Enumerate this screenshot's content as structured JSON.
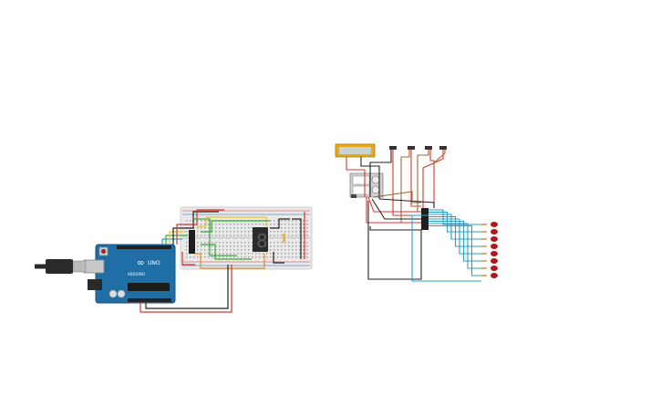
{
  "arduino": {
    "logo": "∞",
    "model": "UNO",
    "brand": "ARDUINO"
  },
  "seven_segment": {
    "digit": "8"
  },
  "colors": {
    "board": "#1f6fa6",
    "board_dark": "#15507a",
    "breadboard": "#e9e9e9",
    "wire_red": "#d9372b",
    "wire_black": "#222222",
    "wire_green": "#3aa83a",
    "wire_yellow": "#e3c62a",
    "wire_orange": "#e58a26",
    "wire_blue": "#2aa0c8",
    "wire_brown": "#9a6a3a",
    "lcd_frame": "#e3a81c",
    "lcd_screen": "#c9d3cf",
    "led_red": "#b3151a"
  },
  "icons": {
    "usb_cable": "usb-cable-icon",
    "dc_jack": "dc-jack-icon"
  }
}
